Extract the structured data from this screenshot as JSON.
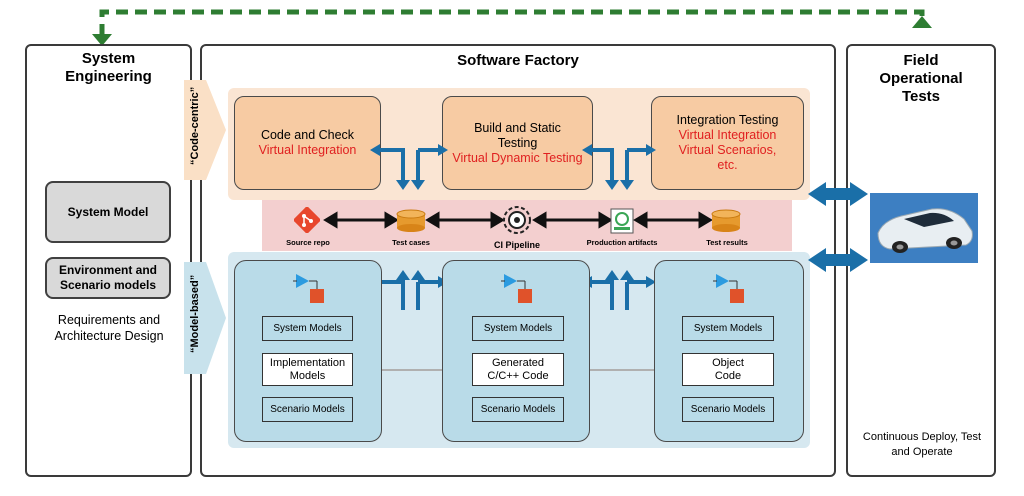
{
  "panels": {
    "system_engineering": {
      "title": "System Engineering",
      "system_model": "System Model",
      "env_models": "Environment and Scenario models",
      "req_design": "Requirements and Architecture Design"
    },
    "software_factory": {
      "title": "Software Factory"
    },
    "field_tests": {
      "title": "Field Operational Tests",
      "footer": "Continuous Deploy, Test and Operate"
    }
  },
  "lanes": {
    "code_centric": "“Code-centric”",
    "model_based": "“Model-based”"
  },
  "code_stages": [
    {
      "title": "Code and Check",
      "sub": "Virtual Integration"
    },
    {
      "title": "Build and Static Testing",
      "sub": "Virtual Dynamic Testing"
    },
    {
      "title": "Integration Testing",
      "sub": "Virtual Integration Virtual Scenarios, etc."
    }
  ],
  "ci": {
    "source_repo": "Source repo",
    "test_cases": "Test cases",
    "pipeline": "CI Pipeline",
    "production": "Production artifacts",
    "test_results": "Test results"
  },
  "model_stages": [
    {
      "top": "System Models",
      "mid": "Implementation Models",
      "bottom": "Scenario Models"
    },
    {
      "top": "System Models",
      "mid": "Generated C/C++ Code",
      "bottom": "Scenario Models"
    },
    {
      "top": "System Models",
      "mid": "Object Code",
      "bottom": "Scenario Models"
    }
  ],
  "colors": {
    "feedback_arrow": "#2e7d32",
    "blue_arrow": "#1a6fa8",
    "highlight_red": "#e02020"
  }
}
